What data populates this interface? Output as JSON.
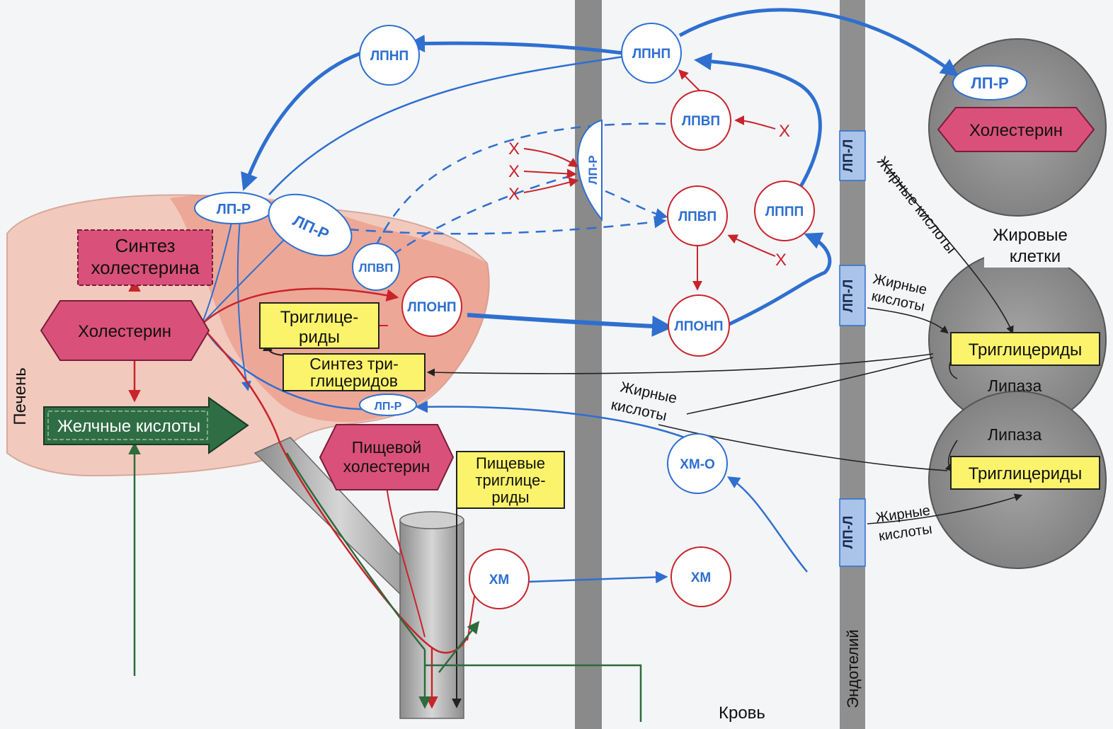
{
  "organs": {
    "liver": "Печень",
    "blood": "Кровь",
    "endothelium": "Эндотелий",
    "fat_cells": [
      "Жировые",
      "клетки"
    ]
  },
  "lipoproteins": {
    "ldl_top": "ЛПНП",
    "ldl_left": "ЛПНП",
    "hdl_upper": "ЛПВП",
    "hdl_lower": "ЛПВП",
    "hdl_liver": "ЛПВП",
    "idl": "ЛППП",
    "vldl_liver": "ЛПОНП",
    "vldl_blood": "ЛПОНП",
    "chylo_remnant": "ХМ-О",
    "chylo_intestine": "ХМ",
    "chylo_blood": "ХМ"
  },
  "receptors": {
    "lp_r": "ЛП-Р",
    "lp_l": "ЛП-Л"
  },
  "boxes": {
    "chol_synthesis": [
      "Синтез",
      "холестерина"
    ],
    "cholesterol": "Холестерин",
    "triglycerides_liver": [
      "Триглице-",
      "риды"
    ],
    "tg_synthesis": [
      "Синтез три-",
      "глицеридов"
    ],
    "bile_acids": "Желчные кислоты",
    "dietary_chol": [
      "Пищевой",
      "холестерин"
    ],
    "dietary_tg": [
      "Пищевые",
      "триглице-",
      "риды"
    ],
    "fat_cholesterol": "Холестерин",
    "triglycerides": "Триглицериды",
    "lipase": "Липаза"
  },
  "fatty_acids": {
    "diag": "Жирные кислоты",
    "line1": "Жирные",
    "line2": "кислоты"
  },
  "marks": {
    "x": "X"
  },
  "colors": {
    "blue": "#2e6fd0",
    "red": "#c8242b",
    "green": "#2e6a3c",
    "liver_fill": "#f2c9bd",
    "liver_inner": "#e98a78",
    "magenta": "#d9517a",
    "yellow": "#fbf36b",
    "gray_cell": "#8f8f8f",
    "wall": "#8a8a8a",
    "endo": "#a9c4e8"
  }
}
